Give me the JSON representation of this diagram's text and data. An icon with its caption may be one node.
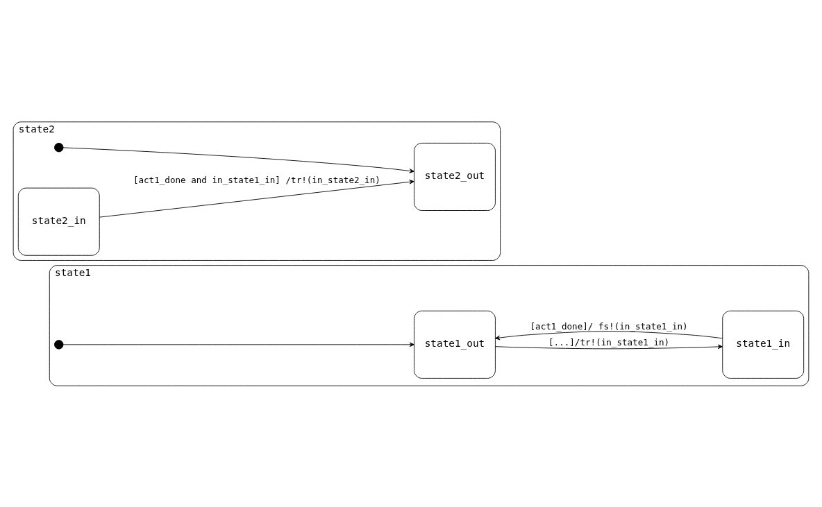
{
  "diagram": {
    "nodes": [
      {
        "text": [
          "state1"
        ]
      },
      {
        "text": [],
        "shape": "circle",
        "in": 0
      },
      {
        "text": [
          "state1_out"
        ],
        "in": 0
      },
      {
        "text": [
          "state1_in"
        ],
        "in": 0
      },
      {
        "text": [
          "state2"
        ]
      },
      {
        "text": [],
        "shape": "circle",
        "in": 4
      },
      {
        "text": [
          "state2_out"
        ],
        "in": 4
      },
      {
        "text": [
          "state2_in"
        ],
        "in": 4
      }
    ],
    "edges": [
      {
        "from": 1,
        "to": 2,
        "arrow": "to"
      },
      {
        "from": 2,
        "to": 3,
        "arrow": "to",
        "label": "[...]/tr!(in_state1_in)"
      },
      {
        "from": 3,
        "to": 2,
        "arrow": "to",
        "label": "[act1_done]/ fs!(in_state1_in)"
      },
      {
        "from": 5,
        "to": 6,
        "arrow": "to"
      },
      {
        "from": 7,
        "to": 6,
        "arrow": "to",
        "label": "[act1_done and in_state1_in] /tr!(in_state2_in)"
      }
    ]
  }
}
